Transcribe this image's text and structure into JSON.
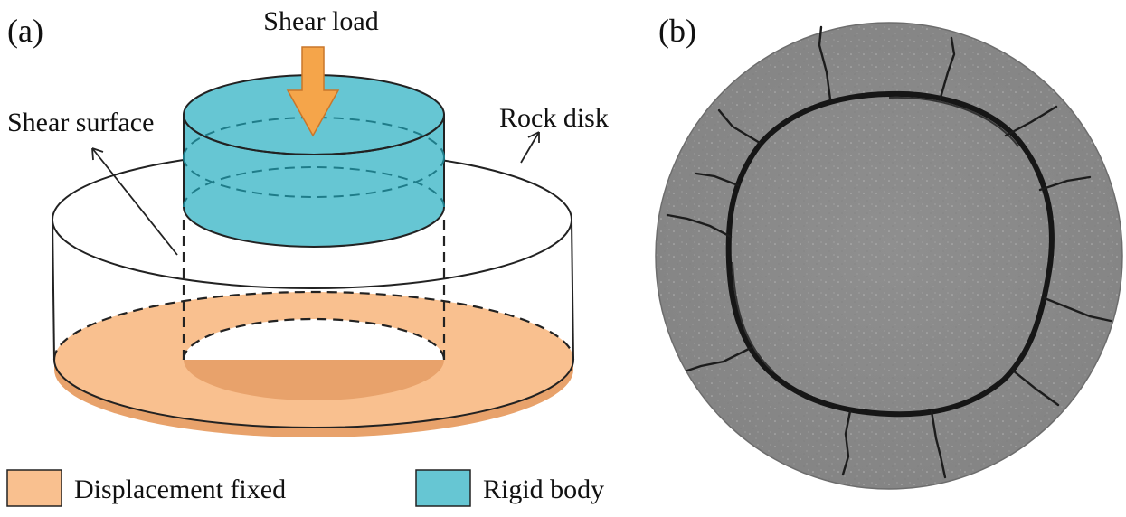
{
  "panel_a": {
    "label": "(a)",
    "shear_load": "Shear load",
    "shear_surface": "Shear surface",
    "rock_disk": "Rock disk",
    "legend": [
      {
        "label": "Displacement fixed",
        "color": "#f9c08f",
        "edge": "#e59a5c"
      },
      {
        "label": "Rigid body",
        "color": "#66c6d3",
        "edge": "#2c8591"
      }
    ],
    "arrow_color": "#f5a54a"
  },
  "panel_b": {
    "label": "(b)",
    "specimen_color": "#8d8d8d",
    "crack_color": "#161616"
  }
}
